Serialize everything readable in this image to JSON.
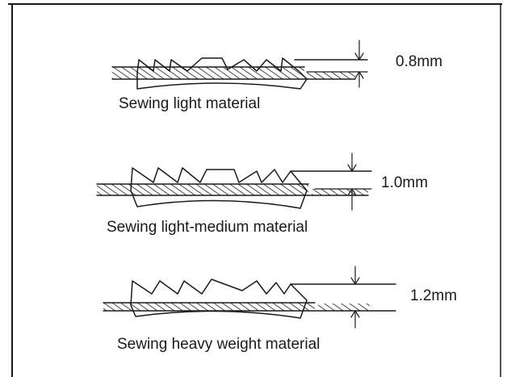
{
  "diagrams": [
    {
      "caption": "Sewing light material",
      "measurement": "0.8mm"
    },
    {
      "caption": "Sewing light-medium material",
      "measurement": "1.0mm"
    },
    {
      "caption": "Sewing heavy weight material",
      "measurement": "1.2mm"
    }
  ]
}
